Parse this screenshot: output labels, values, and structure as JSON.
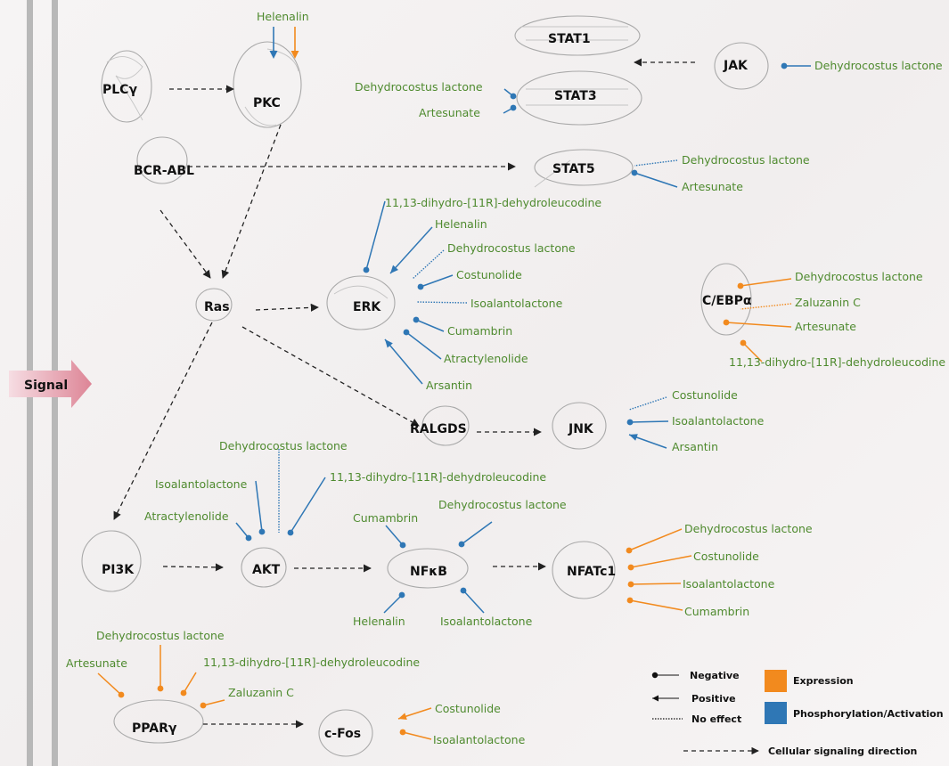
{
  "colors": {
    "green_text": "#4e8a2e",
    "expression": "#f28a1e",
    "phosphorylation": "#2f77b5",
    "arrow": "#222222"
  },
  "signal": "Signal",
  "nodes": [
    {
      "id": "plcy",
      "label": "PLCγ"
    },
    {
      "id": "pkc",
      "label": "PKC"
    },
    {
      "id": "stat1",
      "label": "STAT1"
    },
    {
      "id": "stat3",
      "label": "STAT3"
    },
    {
      "id": "jak",
      "label": "JAK"
    },
    {
      "id": "bcrabl",
      "label": "BCR-ABL"
    },
    {
      "id": "stat5",
      "label": "STAT5"
    },
    {
      "id": "ras",
      "label": "Ras"
    },
    {
      "id": "erk",
      "label": "ERK"
    },
    {
      "id": "cebpa",
      "label": "C/EBPα"
    },
    {
      "id": "ralgds",
      "label": "RALGDS"
    },
    {
      "id": "jnk",
      "label": "JNK"
    },
    {
      "id": "pi3k",
      "label": "PI3K"
    },
    {
      "id": "akt",
      "label": "AKT"
    },
    {
      "id": "nfkb",
      "label": "NFκB"
    },
    {
      "id": "nfatc1",
      "label": "NFATc1"
    },
    {
      "id": "ppary",
      "label": "PPARγ"
    },
    {
      "id": "cfos",
      "label": "c-Fos"
    }
  ],
  "compounds": [
    {
      "text": "Helenalin",
      "type": "",
      "effect": ""
    },
    {
      "text": "Dehydrocostus lactone",
      "type": "phosphorylation",
      "effect": "negative"
    },
    {
      "text": "Dehydrocostus lactone",
      "type": "phosphorylation",
      "effect": "negative"
    },
    {
      "text": "Artesunate",
      "type": "phosphorylation",
      "effect": "negative"
    },
    {
      "text": "Dehydrocostus lactone",
      "type": "phosphorylation",
      "effect": "no-effect"
    },
    {
      "text": "Artesunate",
      "type": "phosphorylation",
      "effect": "negative"
    },
    {
      "text": "11,13-dihydro-[11R]-dehydroleucodine",
      "type": "phosphorylation",
      "effect": "negative"
    },
    {
      "text": "Helenalin",
      "type": "phosphorylation",
      "effect": "positive"
    },
    {
      "text": "Dehydrocostus lactone",
      "type": "phosphorylation",
      "effect": "no-effect"
    },
    {
      "text": "Costunolide",
      "type": "phosphorylation",
      "effect": "negative"
    },
    {
      "text": "Isoalantolactone",
      "type": "phosphorylation",
      "effect": "no-effect"
    },
    {
      "text": "Cumambrin",
      "type": "phosphorylation",
      "effect": "negative"
    },
    {
      "text": "Atractylenolide",
      "type": "phosphorylation",
      "effect": "negative"
    },
    {
      "text": "Arsantin",
      "type": "phosphorylation",
      "effect": "positive"
    },
    {
      "text": "Dehydrocostus lactone",
      "type": "expression",
      "effect": "negative"
    },
    {
      "text": "Zaluzanin C",
      "type": "expression",
      "effect": "no-effect"
    },
    {
      "text": "Artesunate",
      "type": "expression",
      "effect": "negative"
    },
    {
      "text": "11,13-dihydro-[11R]-dehydroleucodine",
      "type": "expression",
      "effect": "negative"
    },
    {
      "text": "Costunolide",
      "type": "phosphorylation",
      "effect": "no-effect"
    },
    {
      "text": "Isoalantolactone",
      "type": "phosphorylation",
      "effect": "negative"
    },
    {
      "text": "Arsantin",
      "type": "phosphorylation",
      "effect": "positive"
    },
    {
      "text": "Dehydrocostus lactone",
      "type": "phosphorylation",
      "effect": "no-effect"
    },
    {
      "text": "Isoalantolactone",
      "type": "phosphorylation",
      "effect": "negative"
    },
    {
      "text": "11,13-dihydro-[11R]-dehydroleucodine",
      "type": "phosphorylation",
      "effect": "negative"
    },
    {
      "text": "Atractylenolide",
      "type": "phosphorylation",
      "effect": "negative"
    },
    {
      "text": "Cumambrin",
      "type": "phosphorylation",
      "effect": "negative"
    },
    {
      "text": "Dehydrocostus lactone",
      "type": "phosphorylation",
      "effect": "negative"
    },
    {
      "text": "Helenalin",
      "type": "phosphorylation",
      "effect": "negative"
    },
    {
      "text": "Isoalantolactone",
      "type": "phosphorylation",
      "effect": "negative"
    },
    {
      "text": "Dehydrocostus lactone",
      "type": "expression",
      "effect": "negative"
    },
    {
      "text": "Costunolide",
      "type": "expression",
      "effect": "negative"
    },
    {
      "text": "Isoalantolactone",
      "type": "expression",
      "effect": "negative"
    },
    {
      "text": "Cumambrin",
      "type": "expression",
      "effect": "negative"
    },
    {
      "text": "Dehydrocostus lactone",
      "type": "expression",
      "effect": "negative"
    },
    {
      "text": "Artesunate",
      "type": "expression",
      "effect": "negative"
    },
    {
      "text": "11,13-dihydro-[11R]-dehydroleucodine",
      "type": "expression",
      "effect": "negative"
    },
    {
      "text": "Zaluzanin C",
      "type": "expression",
      "effect": "negative"
    },
    {
      "text": "Costunolide",
      "type": "expression",
      "effect": "positive"
    },
    {
      "text": "Isoalantolactone",
      "type": "expression",
      "effect": "negative"
    }
  ],
  "signaling_edges": [
    {
      "from": "plcy",
      "to": "pkc"
    },
    {
      "from": "jak",
      "to": "stat1"
    },
    {
      "from": "bcrabl",
      "to": "stat5"
    },
    {
      "from": "pkc",
      "to": "ras"
    },
    {
      "from": "bcrabl",
      "to": "ras"
    },
    {
      "from": "ras",
      "to": "erk"
    },
    {
      "from": "ras",
      "to": "ralgds"
    },
    {
      "from": "ras",
      "to": "pi3k"
    },
    {
      "from": "ralgds",
      "to": "jnk"
    },
    {
      "from": "pi3k",
      "to": "akt"
    },
    {
      "from": "akt",
      "to": "nfkb"
    },
    {
      "from": "nfkb",
      "to": "nfatc1"
    },
    {
      "from": "ppary",
      "to": "cfos"
    }
  ],
  "helenalin_pkc_arrows": [
    {
      "type": "phosphorylation",
      "effect": "positive"
    },
    {
      "type": "expression",
      "effect": "positive"
    }
  ],
  "legend": {
    "negative": "Negative",
    "positive": "Positive",
    "no_effect": "No effect",
    "expression": "Expression",
    "phosphorylation": "Phosphorylation/Activation",
    "direction": "Cellular signaling direction"
  }
}
